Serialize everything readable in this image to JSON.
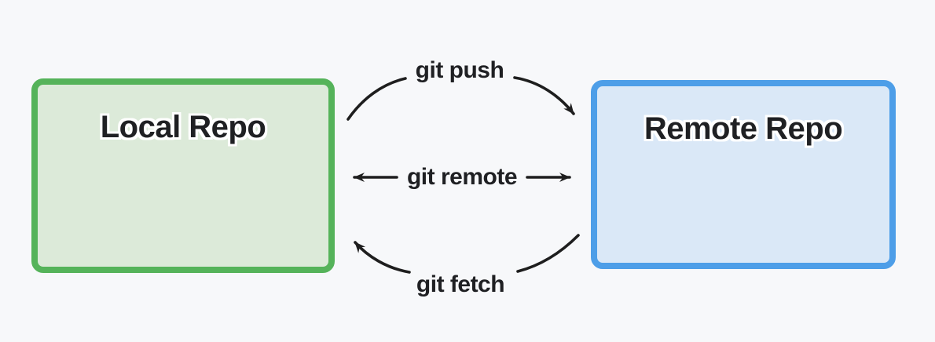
{
  "diagram": {
    "background_color": "#f7f8fa",
    "arrow_color": "#1e1e1e",
    "text_color": "#1f2023",
    "nodes": [
      {
        "id": "local-repo",
        "label": "Local Repo",
        "border_color": "#55b35a",
        "fill_color": "#dcead9"
      },
      {
        "id": "remote-repo",
        "label": "Remote Repo",
        "border_color": "#4d9ee8",
        "fill_color": "#dae8f7"
      }
    ],
    "edges": [
      {
        "label": "git push",
        "from": "Local Repo",
        "to": "Remote Repo",
        "style": "curved-over-top",
        "bidirectional": false
      },
      {
        "label": "git remote",
        "from": "Local Repo",
        "to": "Remote Repo",
        "style": "straight",
        "bidirectional": true
      },
      {
        "label": "git fetch",
        "from": "Remote Repo",
        "to": "Local Repo",
        "style": "curved-under-bottom",
        "bidirectional": false
      }
    ]
  }
}
